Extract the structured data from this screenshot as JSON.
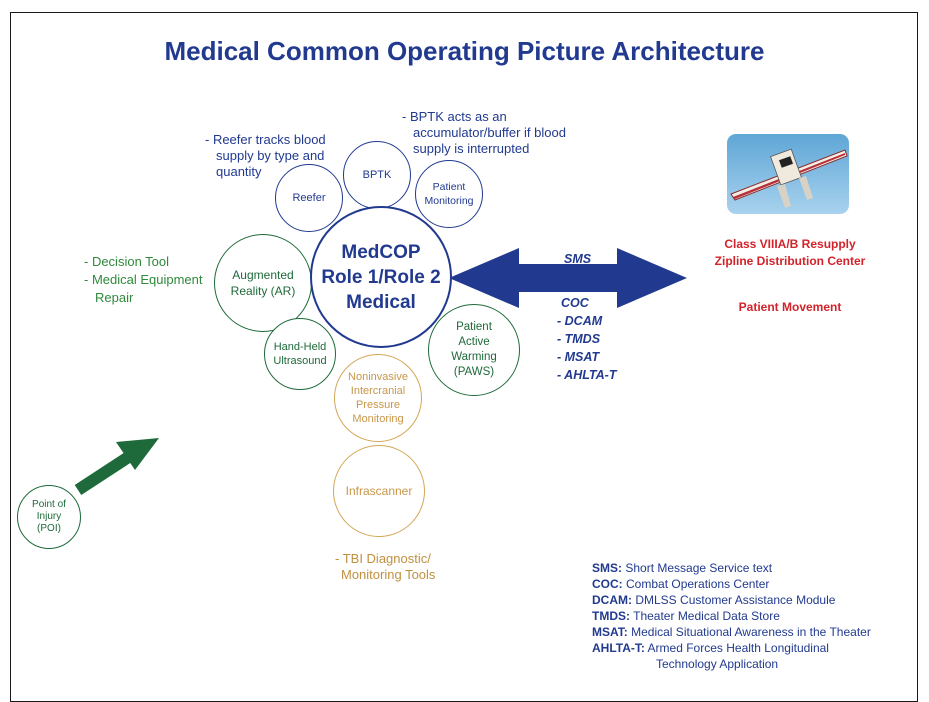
{
  "title": "Medical Common Operating Picture Architecture",
  "center": {
    "line1": "MedCOP",
    "line2": "Role 1/Role 2",
    "line3": "Medical"
  },
  "nodes": {
    "reefer": "Reefer",
    "bptk": "BPTK",
    "patient_monitoring": [
      "Patient",
      "Monitoring"
    ],
    "augmented_reality": [
      "Augmented",
      "Reality (AR)"
    ],
    "handheld_ultrasound": [
      "Hand-Held",
      "Ultrasound"
    ],
    "paws": [
      "Patient",
      "Active",
      "Warming",
      "(PAWS)"
    ],
    "icp": [
      "Noninvasive",
      "Intercranial",
      "Pressure",
      "Monitoring"
    ],
    "infrascanner": "Infrascanner",
    "poi": [
      "Point of",
      "Injury",
      "(POI)"
    ]
  },
  "notes": {
    "reefer": [
      "- Reefer tracks blood",
      "supply by type and",
      "quantity"
    ],
    "bptk": [
      "- BPTK acts as an",
      "accumulator/buffer if blood",
      "supply is interrupted"
    ],
    "decision": [
      "- Decision Tool",
      "- Medical Equipment",
      "Repair"
    ],
    "tbi": [
      "- TBI Diagnostic/",
      "Monitoring Tools"
    ]
  },
  "arrow_labels": {
    "sms": "SMS",
    "coc": "COC",
    "items": [
      "- DCAM",
      "- TMDS",
      "- MSAT",
      "- AHLTA-T"
    ]
  },
  "right": {
    "resupply": [
      "Class VIIIA/B Resupply",
      "Zipline Distribution Center"
    ],
    "patient_movement": "Patient Movement"
  },
  "legend": [
    {
      "abbr": "SMS:",
      "text": "Short Message Service text"
    },
    {
      "abbr": "COC:",
      "text": "Combat Operations Center"
    },
    {
      "abbr": "DCAM:",
      "text": "DMLSS Customer Assistance Module"
    },
    {
      "abbr": "TMDS:",
      "text": "Theater Medical Data Store"
    },
    {
      "abbr": "MSAT:",
      "text": "Medical Situational Awareness in the Theater"
    },
    {
      "abbr": "AHLTA-T:",
      "text": "Armed Forces Health Longitudinal"
    },
    {
      "abbr": "",
      "text": "Technology Application"
    }
  ],
  "colors": {
    "navy": "#213a8f",
    "green": "#1e6a3a",
    "gold": "#d4a656",
    "red": "#d2232a"
  }
}
